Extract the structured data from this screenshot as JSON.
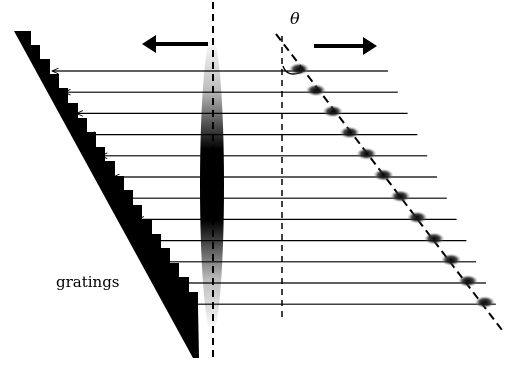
{
  "diagram": {
    "labels": {
      "gratings": "gratings",
      "angle": "θ"
    },
    "beam_count": 12,
    "arrows": [
      "left",
      "right"
    ],
    "colors": {
      "ink": "#000000",
      "background": "#ffffff"
    }
  }
}
